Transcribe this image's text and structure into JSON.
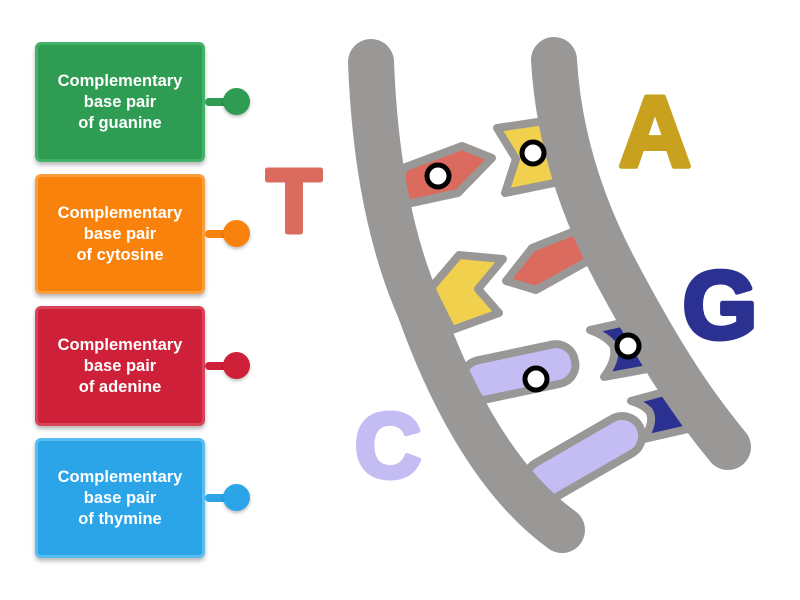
{
  "page": {
    "background": "#FFFFFF"
  },
  "labels": [
    {
      "id": "guanine",
      "lines": [
        "Complementary",
        "base pair",
        "of guanine"
      ],
      "fill": "#2E9C52",
      "border": "#43B269"
    },
    {
      "id": "cytosine",
      "lines": [
        "Complementary",
        "base pair",
        "of cytosine"
      ],
      "fill": "#F8820B",
      "border": "#FA9D3D"
    },
    {
      "id": "adenine",
      "lines": [
        "Complementary",
        "base pair",
        "of adenine"
      ],
      "fill": "#CE2038",
      "border": "#DA4458"
    },
    {
      "id": "thymine",
      "lines": [
        "Complementary",
        "base pair",
        "of thymine"
      ],
      "fill": "#2BA4E8",
      "border": "#56BDF2"
    }
  ],
  "diagram": {
    "colors": {
      "rail": "#9A9897",
      "salmon": "#DB6B5E",
      "yellow": "#F0D04C",
      "navy": "#2B3190",
      "lavender": "#C3BDF4",
      "gold": "#C8A11E",
      "target_fill": "#FFFFFF",
      "target_ring": "#000000"
    },
    "letters": [
      {
        "char": "T",
        "color": "#DB6B5E"
      },
      {
        "char": "A",
        "color": "#C8A11E"
      },
      {
        "char": "G",
        "color": "#2B3190"
      },
      {
        "char": "C",
        "color": "#C3BDF4"
      }
    ]
  }
}
